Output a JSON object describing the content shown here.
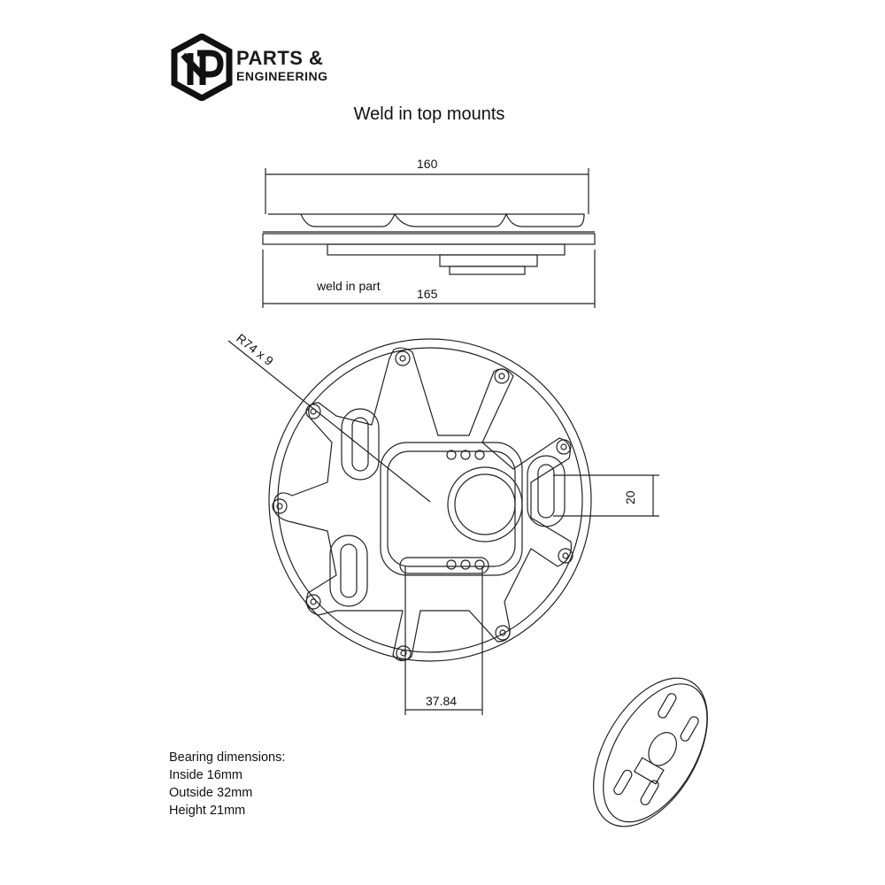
{
  "logo": {
    "line1": "PARTS &",
    "line2": "ENGINEERING"
  },
  "title": "Weld in top mounts",
  "side_view": {
    "dim_top": "160",
    "dim_bottom": "165",
    "label": "weld in part"
  },
  "top_view": {
    "radius_label": "R74 x 9",
    "slot_dim": "20",
    "offset_dim": "37.84"
  },
  "notes": {
    "heading": "Bearing dimensions:",
    "lines": [
      "Inside 16mm",
      "Outside 32mm",
      "Height 21mm"
    ]
  }
}
